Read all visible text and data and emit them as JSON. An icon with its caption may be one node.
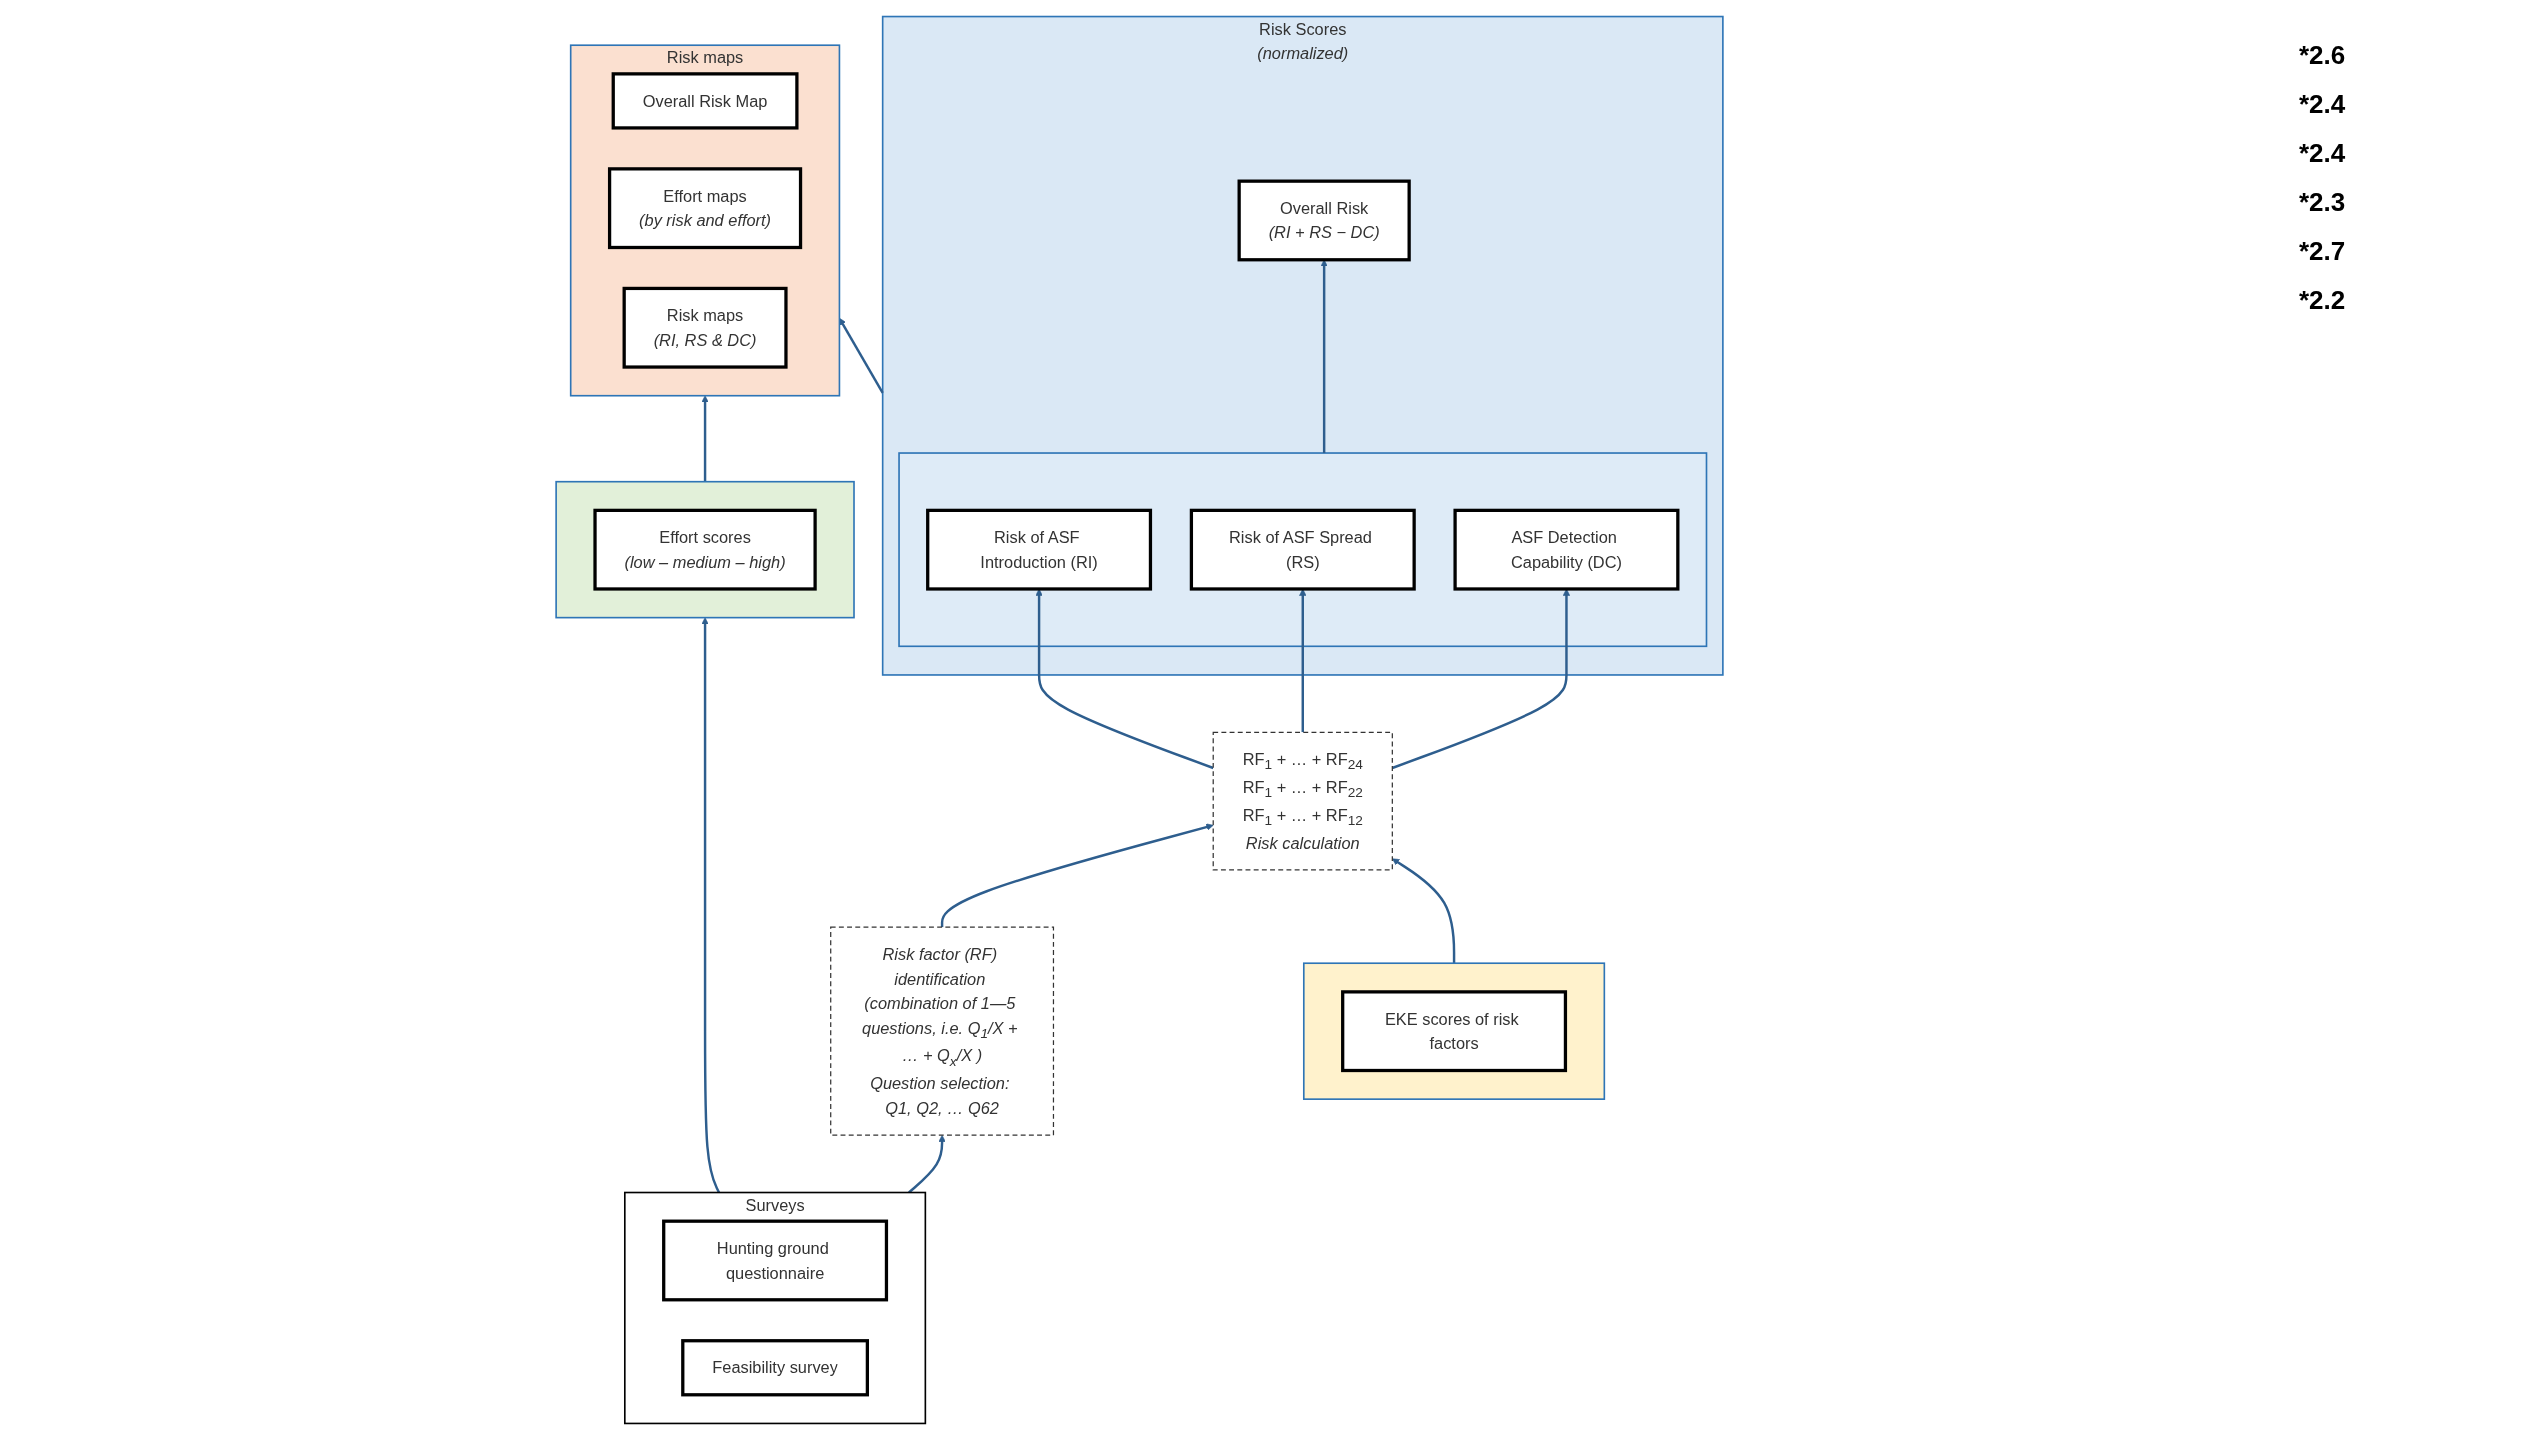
{
  "diagram": {
    "nodes": [
      {
        "text": [
          "Risk Scores",
          "(normalized)"
        ]
      },
      {
        "text": [
          "Overall Risk",
          "(RI + RS − DC)"
        ],
        "in": 0
      },
      {
        "text": [],
        "shape": "box",
        "in": 0
      },
      {
        "text": [
          "Risk of ASF Introduction (RI)"
        ],
        "in": 2
      },
      {
        "text": [
          "Risk of ASF Spread (RS)"
        ],
        "in": 2
      },
      {
        "text": [
          "ASF Detection Capability (DC)"
        ],
        "in": 2
      },
      {
        "text": [
          "Risk maps"
        ]
      },
      {
        "text": [
          "Overall Risk Map"
        ],
        "in": 6
      },
      {
        "text": [
          "Effort maps",
          "(by risk and effort)"
        ],
        "in": 6
      },
      {
        "text": [
          "Risk maps",
          "(RI, RS & DC)"
        ],
        "in": 6
      },
      {
        "text": [
          "RF$_{1}$ + … + RF$_{24}$",
          "RF$_{1}$ + … + RF$_{22}$",
          "RF$_{1}$ + … + RF$_{12}$",
          "Risk calculation"
        ]
      },
      {
        "text": [],
        "shape": "box"
      },
      {
        "text": [
          "Effort scores",
          "(low – medium – high)"
        ],
        "in": 11
      },
      {
        "text": [],
        "shape": "box"
      },
      {
        "text": [
          "EKE scores of risk factors"
        ],
        "in": 13
      },
      {
        "text": [
          "Risk factor (RF) identification (combination of 1—5 questions, i.e. Q$_{1}$/X + … + Q$_{x}$/X )",
          "Question selection: Q1, Q2, … Q62"
        ]
      },
      {
        "text": [
          "Surveys"
        ]
      },
      {
        "text": [
          "Hunting ground questionnaire"
        ],
        "in": 16
      },
      {
        "text": [
          "Feasibility survey"
        ],
        "in": 16
      }
    ],
    "edges": [
      {
        "from": 2,
        "to": 1,
        "arrow": "to"
      },
      {
        "from": 0,
        "to": 6,
        "arrow": "to"
      },
      {
        "from": 10,
        "to": 3,
        "arrow": "to"
      },
      {
        "from": 10,
        "to": 4,
        "arrow": "to"
      },
      {
        "from": 10,
        "to": 5,
        "arrow": "to"
      },
      {
        "from": 15,
        "to": 10,
        "arrow": "to"
      },
      {
        "from": 13,
        "to": 10,
        "arrow": "to"
      },
      {
        "from": 16,
        "to": 15,
        "arrow": "to"
      },
      {
        "from": 16,
        "to": 11,
        "arrow": "to"
      },
      {
        "from": 11,
        "to": 6,
        "arrow": "to"
      }
    ],
    "labels": [
      "*2.6",
      "*2.4",
      "*2.4",
      "*2.3",
      "*2.7",
      "*2.2"
    ]
  }
}
